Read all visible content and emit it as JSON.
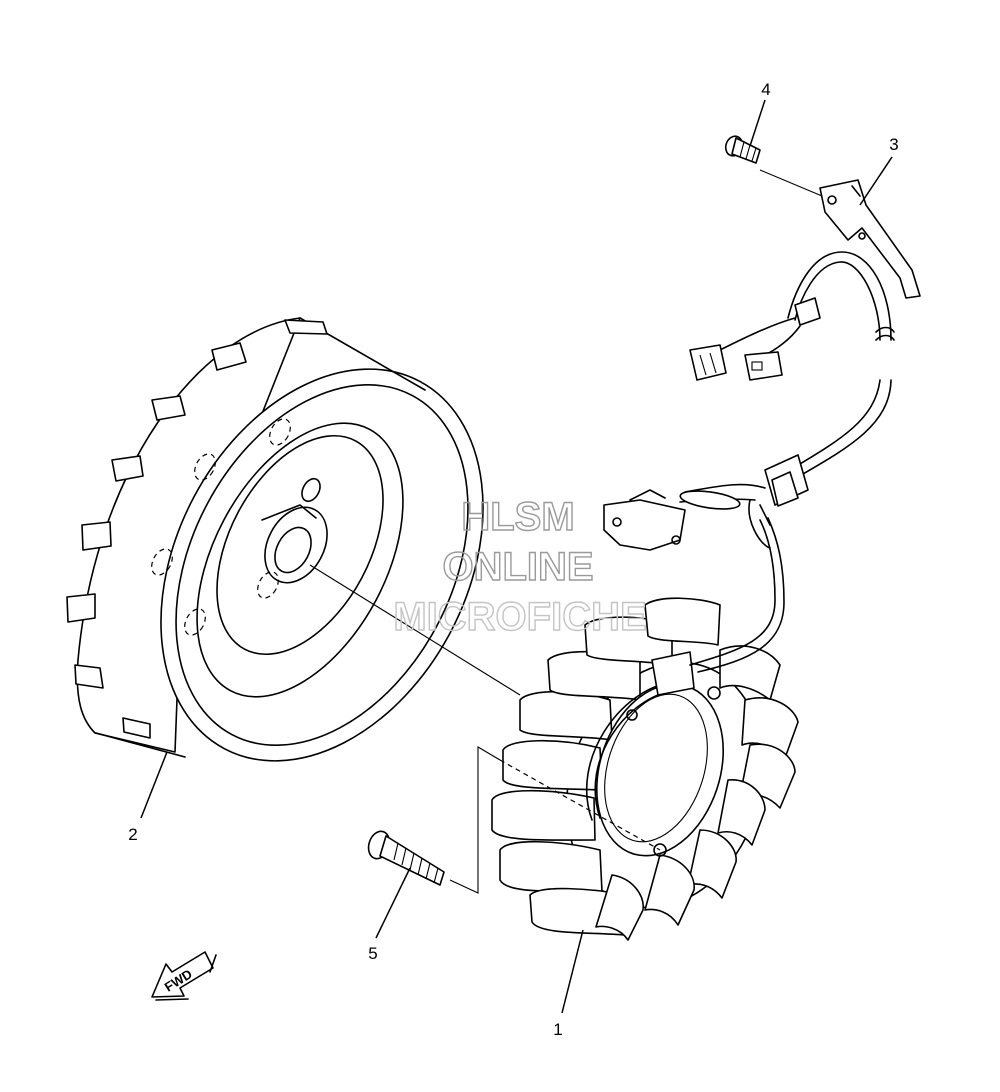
{
  "callouts": {
    "part_1": "1",
    "part_2": "2",
    "part_3": "3",
    "part_4": "4",
    "part_5": "5"
  },
  "watermark": {
    "line1": "HLSM",
    "line2": "ONLINE",
    "line3": "MICROFICHE"
  },
  "direction_arrow": {
    "label": "FWD",
    "icon": "forward-arrow-icon"
  },
  "colors": {
    "line": "#000000",
    "background": "#ffffff",
    "watermark": "#9a9a9a"
  }
}
